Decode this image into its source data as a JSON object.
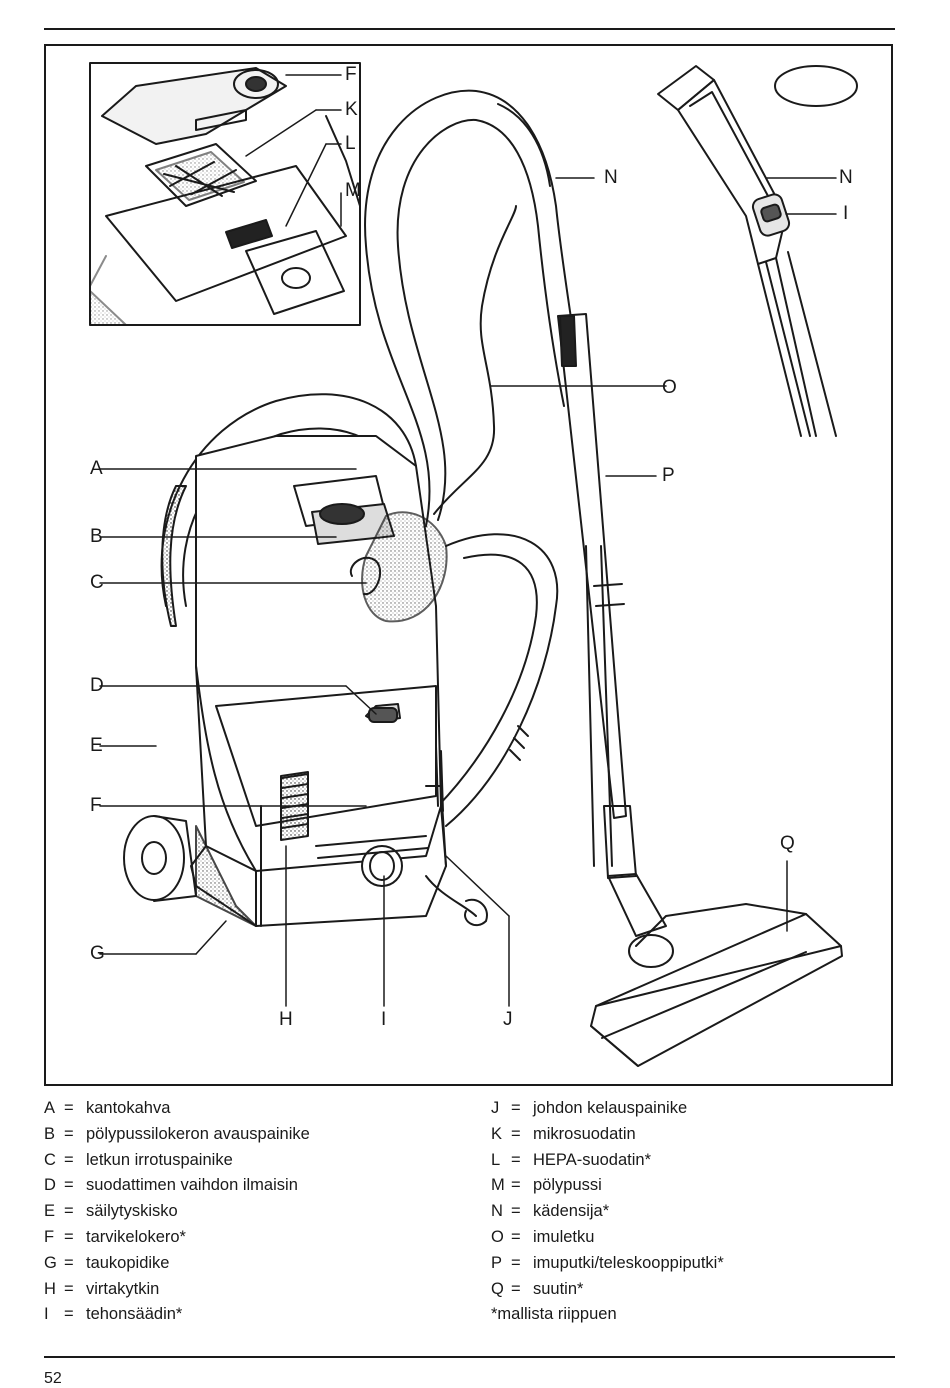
{
  "figure": {
    "callouts": {
      "a": "A",
      "b": "B",
      "c": "C",
      "d": "D",
      "e": "E",
      "f_main": "F",
      "g": "G",
      "h": "H",
      "i_main": "I",
      "j": "J",
      "f_inset": "F",
      "k": "K",
      "l": "L",
      "m": "M",
      "n_hose": "N",
      "n_detail": "N",
      "i_detail": "I",
      "o": "O",
      "p": "P",
      "q": "Q"
    }
  },
  "legend": {
    "left": [
      {
        "key": "A",
        "eq": "=",
        "text": "kantokahva"
      },
      {
        "key": "B",
        "eq": "=",
        "text": "pölypussilokeron avauspainike"
      },
      {
        "key": "C",
        "eq": "=",
        "text": "letkun irrotuspainike"
      },
      {
        "key": "D",
        "eq": "=",
        "text": "suodattimen vaihdon ilmaisin"
      },
      {
        "key": "E",
        "eq": "=",
        "text": "säilytyskisko"
      },
      {
        "key": "F",
        "eq": "=",
        "text": "tarvikelokero*"
      },
      {
        "key": "G",
        "eq": "=",
        "text": "taukopidike"
      },
      {
        "key": "H",
        "eq": "=",
        "text": "virtakytkin"
      },
      {
        "key": "I",
        "eq": "=",
        "text": "tehonsäädin*"
      }
    ],
    "right": [
      {
        "key": "J",
        "eq": "=",
        "text": "johdon kelauspainike"
      },
      {
        "key": "K",
        "eq": "=",
        "text": "mikrosuodatin"
      },
      {
        "key": "L",
        "eq": "=",
        "text": "HEPA-suodatin*"
      },
      {
        "key": "M",
        "eq": "=",
        "text": "pölypussi"
      },
      {
        "key": "N",
        "eq": "=",
        "text": "kädensija*"
      },
      {
        "key": "O",
        "eq": "=",
        "text": "imuletku"
      },
      {
        "key": "P",
        "eq": "=",
        "text": "imuputki/teleskooppiputki*"
      },
      {
        "key": "Q",
        "eq": "=",
        "text": "suutin*"
      }
    ],
    "footnote": "*mallista riippuen"
  },
  "page_number": "52"
}
